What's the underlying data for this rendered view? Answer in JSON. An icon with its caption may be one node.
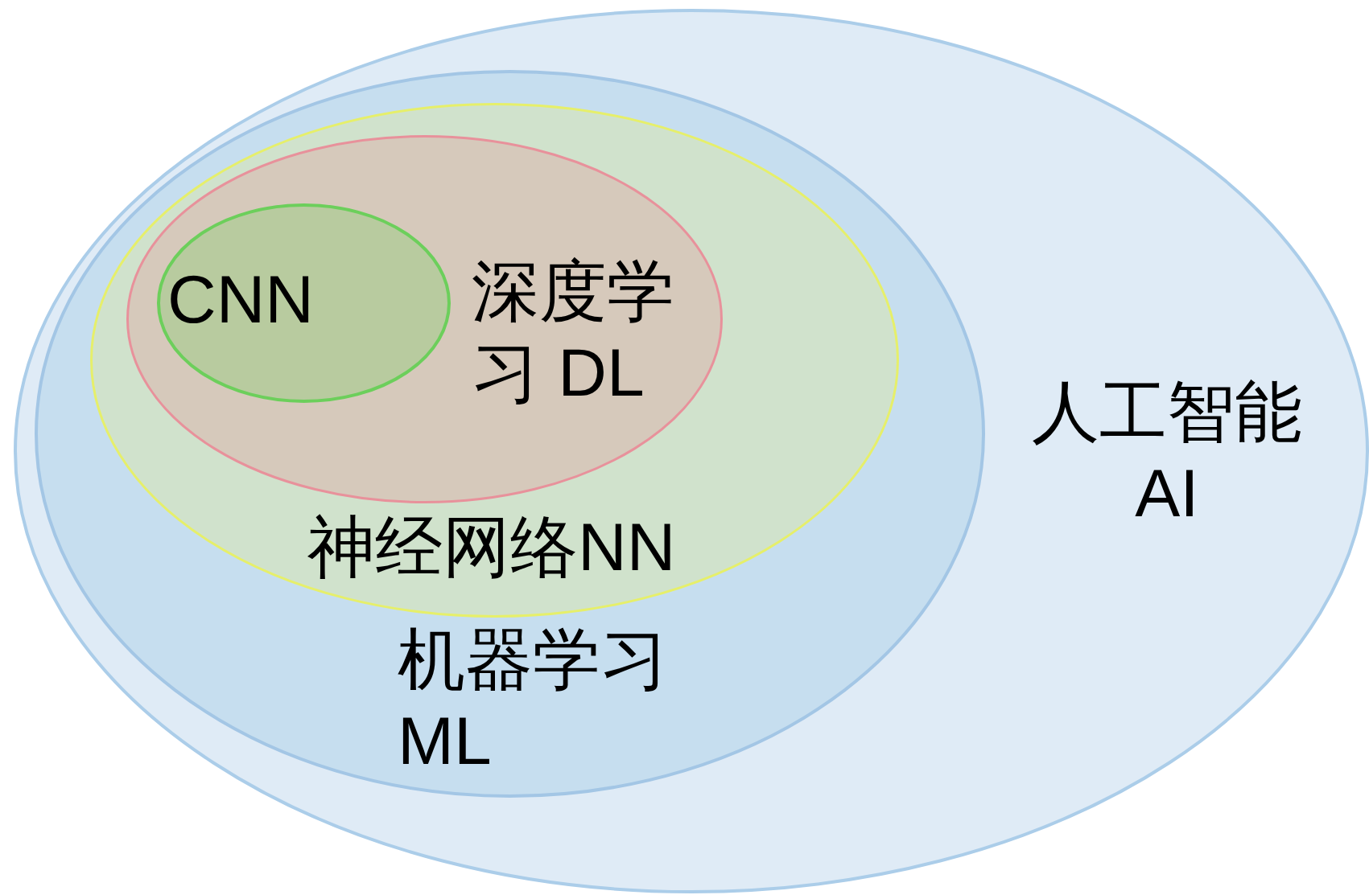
{
  "diagram": {
    "nodes": [
      {
        "text": [
          "人工智能 AI"
        ]
      },
      {
        "text": [
          "机器学习 ML"
        ],
        "in": 0
      },
      {
        "text": [
          "神经网络NN"
        ],
        "in": 1
      },
      {
        "text": [
          "深度学习 DL"
        ],
        "in": 2
      },
      {
        "text": [
          "CNN"
        ],
        "in": 3
      }
    ]
  }
}
